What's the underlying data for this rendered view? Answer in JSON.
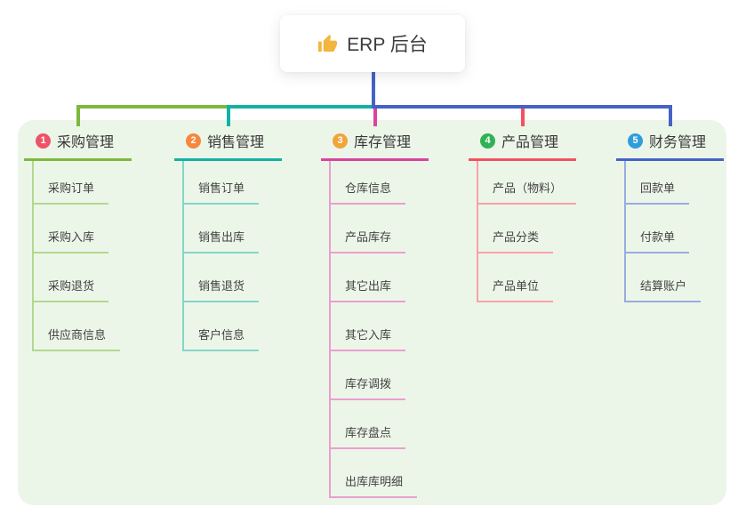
{
  "root": {
    "icon": "thumbs-up-icon",
    "title": "ERP 后台"
  },
  "branches": [
    {
      "num": "1",
      "title": "采购管理",
      "badge_color": "#ef5368",
      "line_color": "#7cb93c",
      "light_line_color": "#b2d88e",
      "children": [
        "采购订单",
        "采购入库",
        "采购退货",
        "供应商信息"
      ]
    },
    {
      "num": "2",
      "title": "销售管理",
      "badge_color": "#f6873d",
      "line_color": "#12b2a4",
      "light_line_color": "#85d5ca",
      "children": [
        "销售订单",
        "销售出库",
        "销售退货",
        "客户信息"
      ]
    },
    {
      "num": "3",
      "title": "库存管理",
      "badge_color": "#f0a43a",
      "line_color": "#d9449d",
      "light_line_color": "#eb9fce",
      "children": [
        "仓库信息",
        "产品库存",
        "其它出库",
        "其它入库",
        "库存调拨",
        "库存盘点",
        "出库库明细"
      ]
    },
    {
      "num": "4",
      "title": "产品管理",
      "badge_color": "#30b254",
      "line_color": "#f45160",
      "light_line_color": "#f9a2a9",
      "children": [
        "产品（物料）",
        "产品分类",
        "产品单位"
      ]
    },
    {
      "num": "5",
      "title": "财务管理",
      "badge_color": "#2e9edb",
      "line_color": "#4562c6",
      "light_line_color": "#98acdf",
      "children": [
        "回款单",
        "付款单",
        "结算账户"
      ]
    }
  ],
  "colors": {
    "panel_bg": "#ecf6e8",
    "root_stem": "#4562c6",
    "thumb_icon": "#f2b63c"
  }
}
